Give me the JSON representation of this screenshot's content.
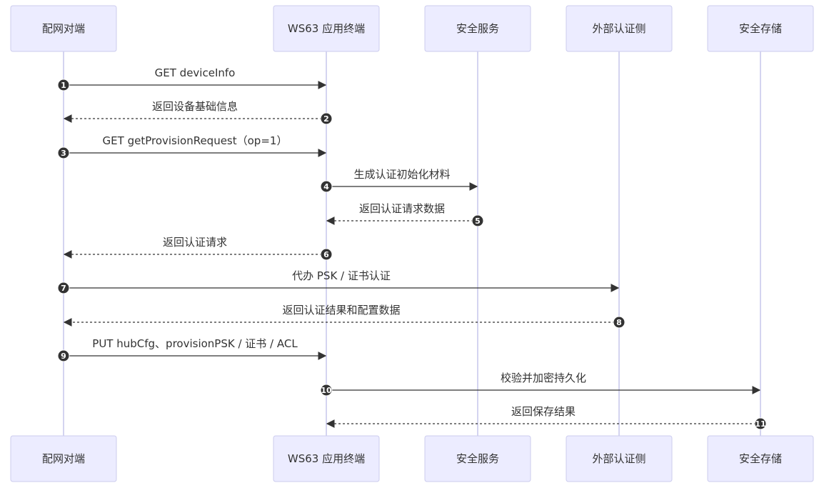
{
  "participants": [
    {
      "id": "peer",
      "label": "配网对端"
    },
    {
      "id": "ws63",
      "label": "WS63 应用终端"
    },
    {
      "id": "sec",
      "label": "安全服务"
    },
    {
      "id": "ext",
      "label": "外部认证侧"
    },
    {
      "id": "store",
      "label": "安全存储"
    }
  ],
  "messages": [
    {
      "number": "1",
      "text": "GET deviceInfo",
      "from": "peer",
      "to": "ws63",
      "style": "solid"
    },
    {
      "number": "2",
      "text": "返回设备基础信息",
      "from": "ws63",
      "to": "peer",
      "style": "dashed"
    },
    {
      "number": "3",
      "text": "GET getProvisionRequest（op=1）",
      "from": "peer",
      "to": "ws63",
      "style": "solid"
    },
    {
      "number": "4",
      "text": "生成认证初始化材料",
      "from": "ws63",
      "to": "sec",
      "style": "solid"
    },
    {
      "number": "5",
      "text": "返回认证请求数据",
      "from": "sec",
      "to": "ws63",
      "style": "dashed"
    },
    {
      "number": "6",
      "text": "返回认证请求",
      "from": "ws63",
      "to": "peer",
      "style": "dashed"
    },
    {
      "number": "7",
      "text": "代办 PSK / 证书认证",
      "from": "peer",
      "to": "ext",
      "style": "solid"
    },
    {
      "number": "8",
      "text": "返回认证结果和配置数据",
      "from": "ext",
      "to": "peer",
      "style": "dashed"
    },
    {
      "number": "9",
      "text": "PUT hubCfg、provisionPSK / 证书 / ACL",
      "from": "peer",
      "to": "ws63",
      "style": "solid"
    },
    {
      "number": "10",
      "text": "校验并加密持久化",
      "from": "ws63",
      "to": "store",
      "style": "solid"
    },
    {
      "number": "11",
      "text": "返回保存结果",
      "from": "store",
      "to": "ws63",
      "style": "dashed"
    }
  ],
  "colors": {
    "actor_fill": "#ECECFF",
    "actor_border": "#CCCCEE",
    "lifeline": "#D4D4F0",
    "line": "#333333",
    "text": "#333333"
  }
}
